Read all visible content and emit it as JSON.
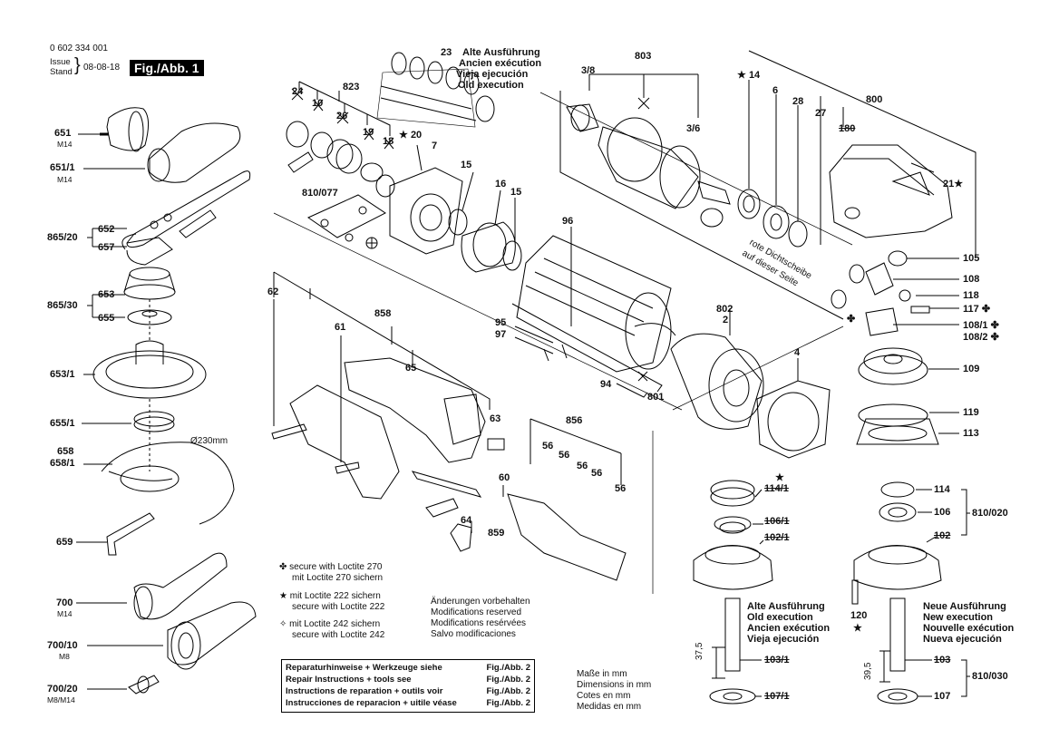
{
  "header": {
    "part_number": "0 602 334 001",
    "issue_label": "Issue",
    "stand_label": "Stand",
    "date": "08-08-18",
    "fig_label": "Fig./Abb. 1"
  },
  "labels": {
    "p651": "651",
    "p651_m": "M14",
    "p651_1": "651/1",
    "p651_1_m": "M14",
    "p865_20": "865/20",
    "p652": "652",
    "p657": "657",
    "p865_30": "865/30",
    "p653": "653",
    "p655": "655",
    "p653_1": "653/1",
    "p655_1": "655/1",
    "p658": "658",
    "p658_1": "658/1",
    "diameter": "Ø230mm",
    "p659": "659",
    "p700": "700",
    "p700_m": "M14",
    "p700_10": "700/10",
    "p700_10_m": "M8",
    "p700_20": "700/20",
    "p700_20_m": "M8/M14",
    "p23": "23",
    "p823": "823",
    "p20": "20",
    "p7": "7",
    "p810_077": "810/077",
    "p15a": "15",
    "p16": "16",
    "p15b": "15",
    "p96": "96",
    "p95": "95",
    "p97": "97",
    "p94": "94",
    "p801": "801",
    "p62": "62",
    "p61": "61",
    "p858": "858",
    "p65": "65",
    "p63": "63",
    "p856": "856",
    "p60": "60",
    "p64": "64",
    "p859": "859",
    "p3_8": "3/8",
    "p803": "803",
    "p3_6": "3/6",
    "p14": "14",
    "p6": "6",
    "p28": "28",
    "p27": "27",
    "p800": "800",
    "p180": "180",
    "p21": "21",
    "p105": "105",
    "p108": "108",
    "p118": "118",
    "p117": "117",
    "p108_1": "108/1",
    "p108_2": "108/2",
    "p109": "109",
    "p119": "119",
    "p113": "113",
    "p802": "802",
    "p2": "2",
    "p4": "4",
    "p114_1": "114/1",
    "p106_1": "106/1",
    "p102_1": "102/1",
    "p103_1": "103/1",
    "p107_1": "107/1",
    "dim37_5": "37,5",
    "p114": "114",
    "p106": "106",
    "p102": "102",
    "p810_020": "810/020",
    "p120": "120",
    "p103": "103",
    "p107": "107",
    "p810_030": "810/030",
    "dim39_5": "39,5",
    "x24": "24",
    "x10": "10",
    "x26": "26",
    "x19": "19",
    "x18": "18",
    "x56": "56"
  },
  "notes": {
    "old_version_top": [
      "Alte Ausführung",
      "Ancien exécution",
      "Vieja ejecución",
      "Old execution"
    ],
    "seal_note": [
      "rote Dichtscheibe",
      "auf dieser Seite"
    ],
    "old_version_bottom": [
      "Alte Ausführung",
      "Old execution",
      "Ancien exécution",
      "Vieja ejecución"
    ],
    "new_version_bottom": [
      "Neue Ausführung",
      "New execution",
      "Nouvelle exécution",
      "Nueva ejecución"
    ]
  },
  "legend": {
    "loctite270": [
      "secure with Loctite 270",
      "mit Loctite 270 sichern"
    ],
    "loctite222": [
      "mit Loctite 222 sichern",
      "secure with Loctite 222"
    ],
    "loctite242": [
      "mit Loctite 242 sichern",
      "secure with Loctite 242"
    ],
    "changes": [
      "Änderungen vorbehalten",
      "Modifications reserved",
      "Modifications resérvées",
      "Salvo modificaciones"
    ],
    "dimensions": [
      "Maße in mm",
      "Dimensions in mm",
      "Cotes en mm",
      "Medidas en mm"
    ]
  },
  "repair_box": [
    {
      "text": "Reparaturhinweise + Werkzeuge siehe",
      "ref": "Fig./Abb. 2"
    },
    {
      "text": "Repair Instructions + tools see",
      "ref": "Fig./Abb. 2"
    },
    {
      "text": "Instructions de reparation + outils voir",
      "ref": "Fig./Abb. 2"
    },
    {
      "text": "Instrucciones de reparacion + uitile véase",
      "ref": "Fig./Abb. 2"
    }
  ],
  "symbols": {
    "star": "★",
    "clover": "✤",
    "sparkle": "✧"
  }
}
